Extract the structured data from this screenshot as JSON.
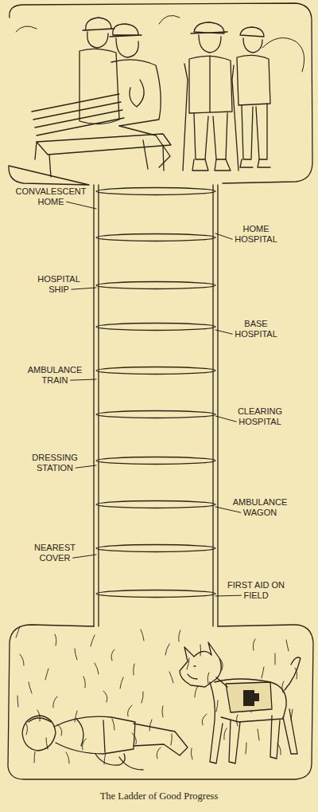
{
  "diagram": {
    "caption": "The Ladder of Good Progress",
    "labels": [
      "CONVALESCENT HOME",
      "HOME HOSPITAL",
      "HOSPITAL SHIP",
      "BASE HOSPITAL",
      "AMBULANCE TRAIN",
      "CLEARING HOSPITAL",
      "DRESSING STATION",
      "AMBULANCE WAGON",
      "NEAREST COVER",
      "FIRST AID ON FIELD"
    ]
  }
}
